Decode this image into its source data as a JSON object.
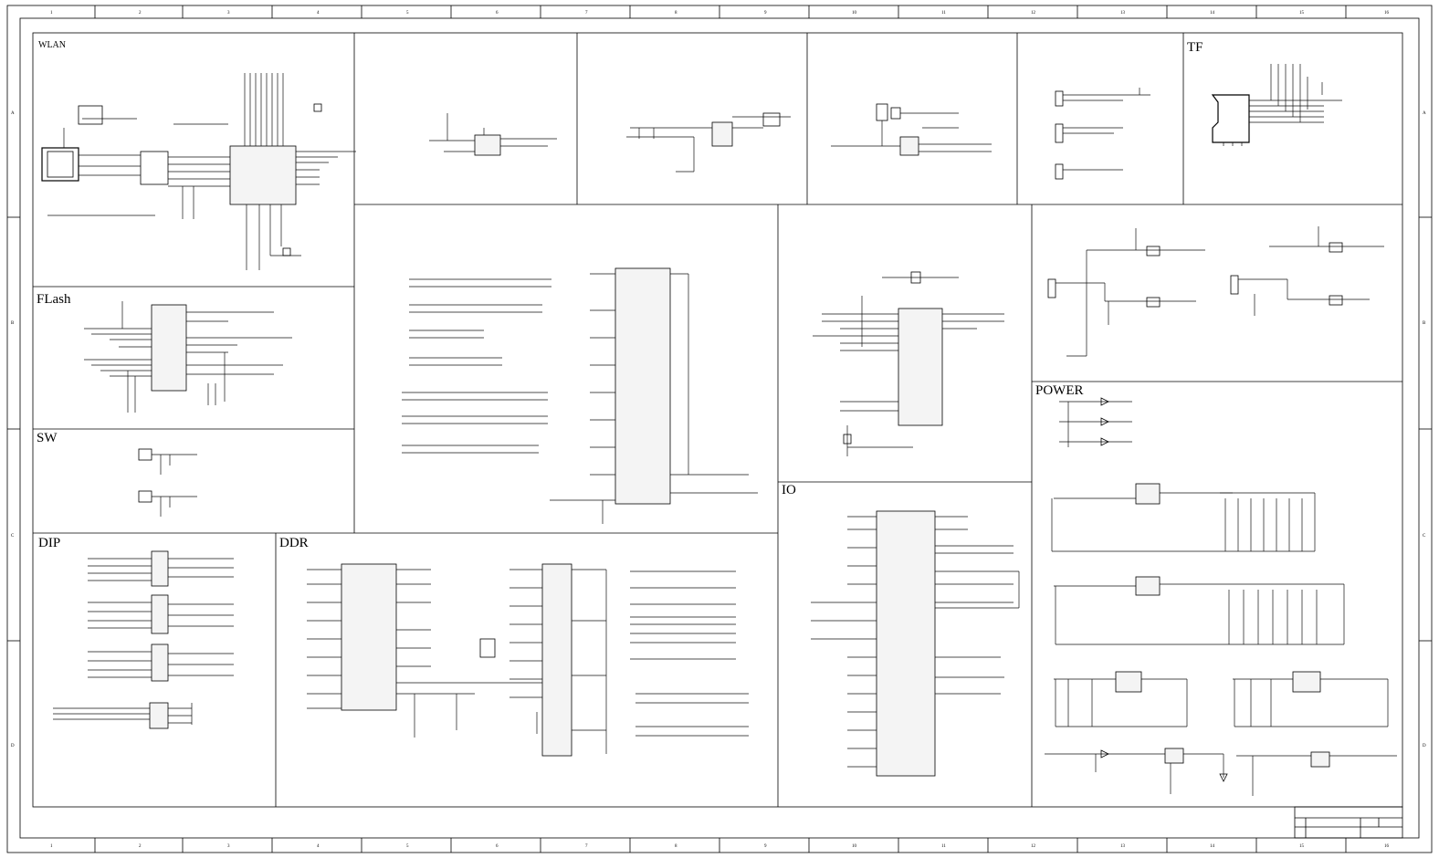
{
  "title": "",
  "border": {
    "col_numbers": [
      "1",
      "2",
      "3",
      "4",
      "5",
      "6",
      "7",
      "8",
      "9",
      "10",
      "11",
      "12",
      "13",
      "14",
      "15",
      "16"
    ],
    "row_letters": [
      "A",
      "B",
      "C",
      "D"
    ]
  },
  "sections": {
    "wlan": "WLAN",
    "tf": "TF",
    "flash": "FLash",
    "sw": "SW",
    "dip": "DIP",
    "ddr": "DDR",
    "io": "IO",
    "power": "POWER"
  }
}
